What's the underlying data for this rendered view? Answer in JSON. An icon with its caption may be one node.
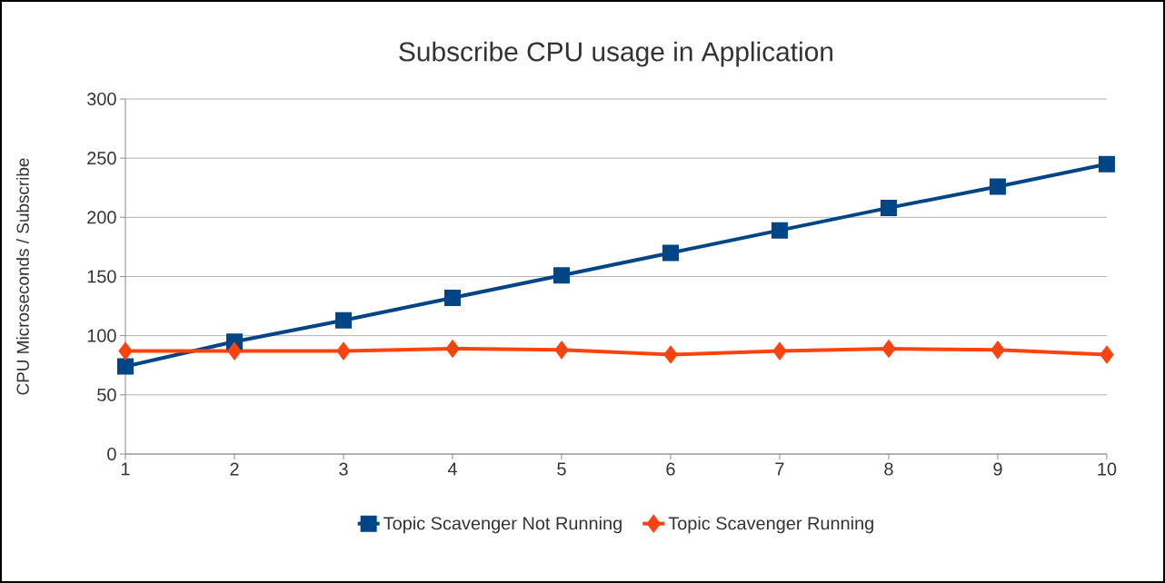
{
  "diagram": {
    "chart_data": {
      "type": "line",
      "title": "Subscribe CPU usage in Application",
      "ylabel": "CPU Microseconds / Subscribe",
      "x": [
        1,
        2,
        3,
        4,
        5,
        6,
        7,
        8,
        9,
        10
      ],
      "series": [
        {
          "name": "Topic Scavenger Not Running",
          "color": "#004586",
          "marker": "square",
          "values": [
            74,
            95,
            113,
            132,
            151,
            170,
            189,
            208,
            226,
            245
          ]
        },
        {
          "name": "Topic Scavenger Running",
          "color": "#ff420e",
          "marker": "diamond",
          "values": [
            87,
            87,
            87,
            89,
            88,
            84,
            87,
            89,
            88,
            84
          ]
        }
      ],
      "grid": "y",
      "legend": true,
      "xlim": [
        1,
        10
      ],
      "ylim": [
        0,
        300
      ],
      "xticks": [
        1,
        2,
        3,
        4,
        5,
        6,
        7,
        8,
        9,
        10
      ],
      "yticks": [
        0,
        50,
        100,
        150,
        200,
        250,
        300
      ]
    }
  }
}
